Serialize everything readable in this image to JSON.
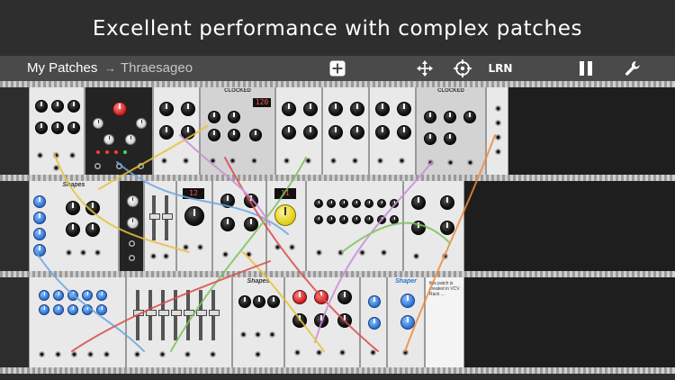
{
  "headline": "Excellent performance with complex patches",
  "toolbar": {
    "breadcrumb_root": "My Patches",
    "breadcrumb_separator": "→",
    "breadcrumb_current": "Thraesageo",
    "add_icon": "plus-square-icon",
    "move_icon": "move-arrows-icon",
    "target_icon": "crosshair-icon",
    "learn_label": "LRN",
    "pause_icon": "pause-icon",
    "settings_icon": "wrench-icon"
  },
  "modules": {
    "clocked_1": "CLOCKED",
    "clocked_2": "CLOCKED",
    "shapes_1": "Shapes",
    "shapes_2": "Shapes",
    "shaper": "Shaper",
    "pow_label": "120",
    "bpm_display_1": "12",
    "bpm_display_2": "11",
    "notes_text": "this patch is created in VCV Rack ..."
  },
  "colors": {
    "headline_bg": "#2e2e2e",
    "toolbar_bg": "#4a4a4a",
    "rack_bg": "#2d2d2d",
    "cable_colors": [
      "#e8c23a",
      "#6aa7e0",
      "#d94c4c",
      "#7cc35c",
      "#c98dd6",
      "#f08a3c"
    ]
  }
}
